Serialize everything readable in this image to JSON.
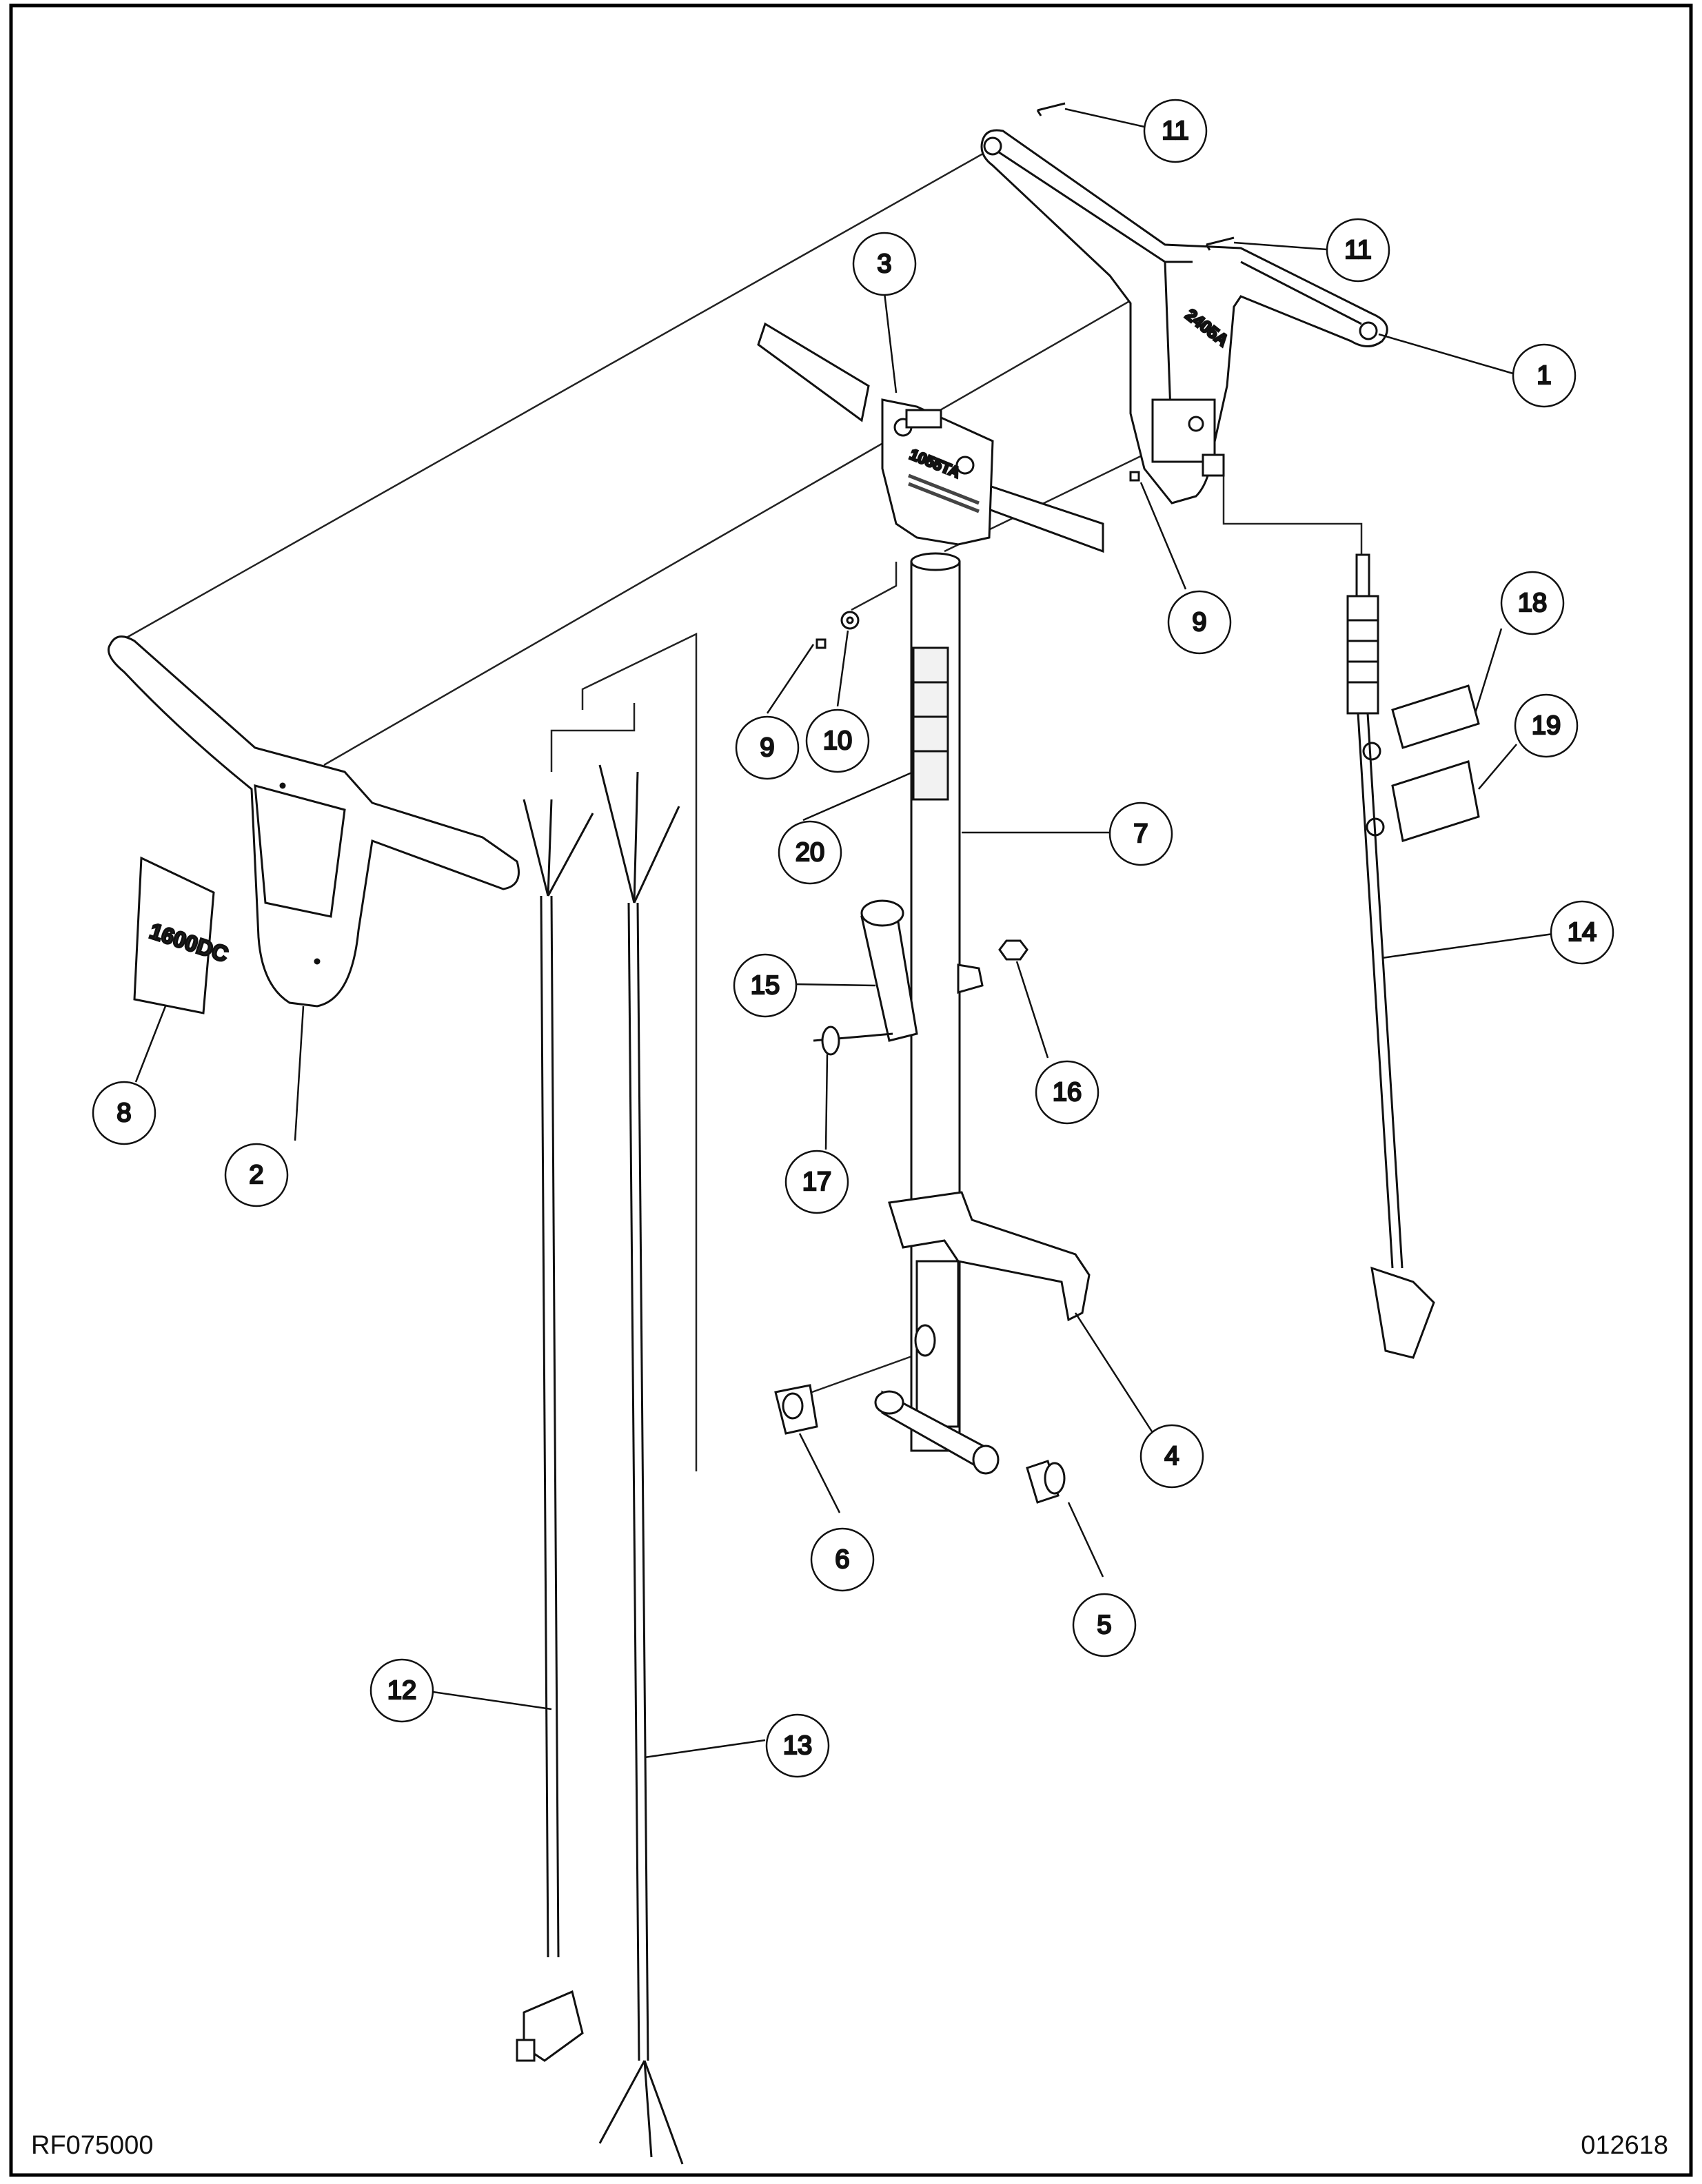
{
  "drawing": {
    "code_left": "RF075000",
    "code_right": "012618"
  },
  "part_markings": {
    "decal_text": "1600DC",
    "switch_housing_text": "1055TA",
    "upper_housing_text": "2405A"
  },
  "callouts": [
    {
      "id": "c1",
      "number": "1"
    },
    {
      "id": "c2",
      "number": "2"
    },
    {
      "id": "c3",
      "number": "3"
    },
    {
      "id": "c4",
      "number": "4"
    },
    {
      "id": "c5",
      "number": "5"
    },
    {
      "id": "c6",
      "number": "6"
    },
    {
      "id": "c7",
      "number": "7"
    },
    {
      "id": "c8",
      "number": "8"
    },
    {
      "id": "c9a",
      "number": "9"
    },
    {
      "id": "c9b",
      "number": "9"
    },
    {
      "id": "c10",
      "number": "10"
    },
    {
      "id": "c11a",
      "number": "11"
    },
    {
      "id": "c11b",
      "number": "11"
    },
    {
      "id": "c12",
      "number": "12"
    },
    {
      "id": "c13",
      "number": "13"
    },
    {
      "id": "c14",
      "number": "14"
    },
    {
      "id": "c15",
      "number": "15"
    },
    {
      "id": "c16",
      "number": "16"
    },
    {
      "id": "c17",
      "number": "17"
    },
    {
      "id": "c18",
      "number": "18"
    },
    {
      "id": "c19",
      "number": "19"
    },
    {
      "id": "c20",
      "number": "20"
    }
  ]
}
